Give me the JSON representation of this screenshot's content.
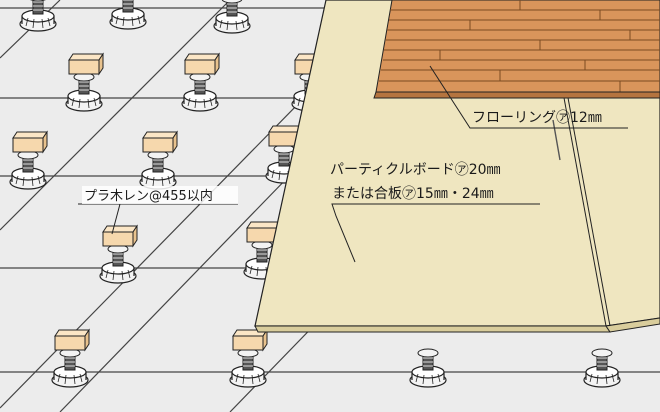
{
  "labels": {
    "flooring": "フローリング㋐12㎜",
    "particleboard_line1": "パーティクルボード㋐20㎜",
    "particleboard_line2": "または合板㋐15㎜・24㎜",
    "support": "プラ木レン@455以内"
  },
  "colors": {
    "background": "#ffffff",
    "floor_surface": "#ececec",
    "grid_line": "#444444",
    "particleboard": "#efe6c0",
    "particleboard_edge": "#b9ad7e",
    "flooring_plank": "#d9955b",
    "flooring_plank_alt": "#cf8a4f",
    "pad_top": "#f6d8ad",
    "pad_side": "#e9c38e",
    "pedestal": "#f3f3f3",
    "outline": "#222222"
  }
}
